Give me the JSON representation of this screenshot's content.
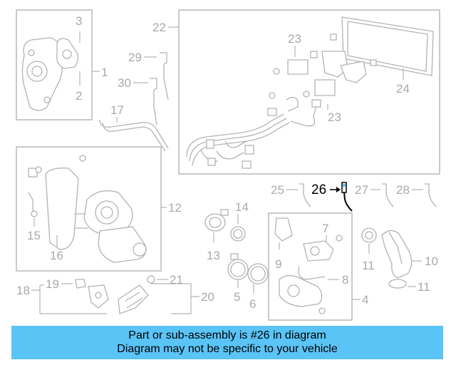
{
  "callouts": {
    "c1": "1",
    "c2": "2",
    "c3": "3",
    "c4": "4",
    "c5": "5",
    "c6": "6",
    "c7": "7",
    "c8": "8",
    "c9": "9",
    "c10": "10",
    "c11a": "11",
    "c11b": "11",
    "c12": "12",
    "c13": "13",
    "c14": "14",
    "c15": "15",
    "c16": "16",
    "c17": "17",
    "c18": "18",
    "c19": "19",
    "c20": "20",
    "c21": "21",
    "c22": "22",
    "c23a": "23",
    "c23b": "23",
    "c24": "24",
    "c25": "25",
    "c26": "26",
    "c27": "27",
    "c28": "28",
    "c29": "29",
    "c30": "30"
  },
  "highlight_part": "26",
  "colors": {
    "banner_bg": "#5ac4f6",
    "line": "#b3b3b3",
    "highlight": "#000000"
  },
  "banner": {
    "line1": "Part or sub-assembly is #26 in diagram",
    "line2": "Diagram may not be specific to your vehicle"
  }
}
